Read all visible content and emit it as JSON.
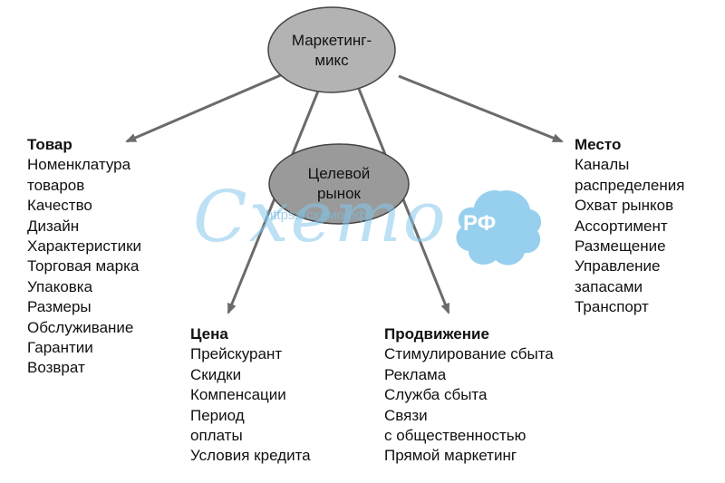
{
  "top_node": {
    "label": "Маркетинг-\nмикс"
  },
  "center_node": {
    "label": "Целевой\nрынок"
  },
  "watermark": {
    "text": "Схето",
    "url": "https://схемо.рф",
    "badge": "РФ"
  },
  "groups": {
    "product": {
      "heading": "Товар",
      "items": [
        "Номенклатура",
        "товаров",
        "Качество",
        "Дизайн",
        "Характеристики",
        "Торговая марка",
        "Упаковка",
        "Размеры",
        "Обслуживание",
        "Гарантии",
        "Возврат"
      ]
    },
    "place": {
      "heading": "Место",
      "items": [
        "Каналы",
        "распределения",
        "Охват рынков",
        "Ассортимент",
        "Размещение",
        "Управление",
        "запасами",
        "Транспорт"
      ]
    },
    "price": {
      "heading": "Цена",
      "items": [
        "Прейскурант",
        "Скидки",
        "Компенсации",
        "Период",
        "оплаты",
        "Условия кредита"
      ]
    },
    "promotion": {
      "heading": "Продвижение",
      "items": [
        "Стимулирование сбыта",
        "Реклама",
        "Служба сбыта",
        "Связи",
        "с общественностью",
        "Прямой маркетинг"
      ]
    }
  },
  "colors": {
    "top_node_fill": "#b3b3b3",
    "center_node_fill": "#9a9a9a",
    "arrow": "#6b6b6b",
    "watermark": "#86c8ec"
  }
}
